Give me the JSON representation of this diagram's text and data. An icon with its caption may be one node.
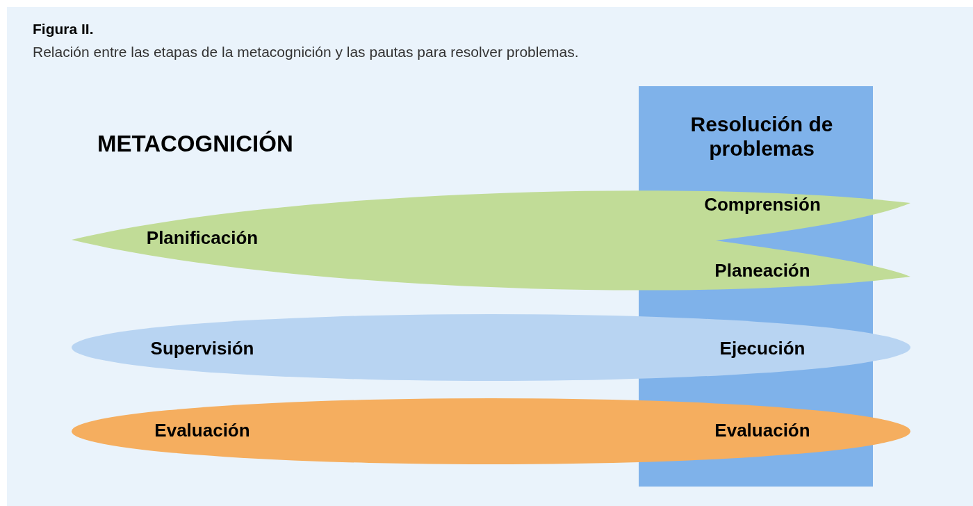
{
  "diagram": {
    "title": "Figura II.",
    "caption": "Relación entre las etapas de la metacognición y las pautas para resolver problemas.",
    "nodes": [
      {
        "text": [
          "Resolución de problemas"
        ]
      },
      {
        "text": [
          "Planificación",
          "Comprensión",
          "Planeación"
        ]
      },
      {
        "text": [
          "Supervisión",
          "Ejecución"
        ]
      },
      {
        "text": [
          "Evaluación",
          "Evaluación"
        ]
      }
    ],
    "labels": [
      "METACOGNICIÓN"
    ]
  }
}
